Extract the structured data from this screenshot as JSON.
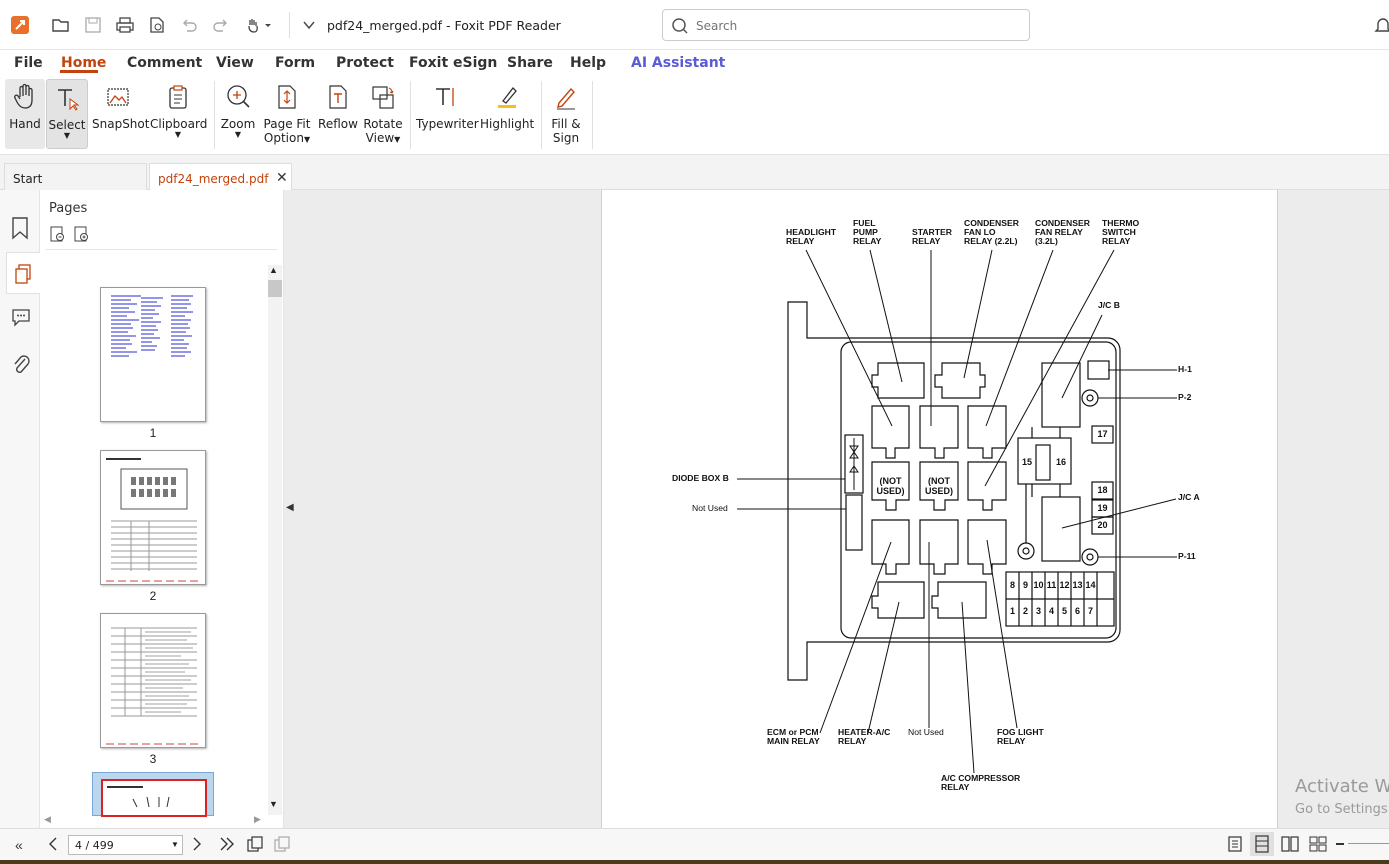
{
  "app": {
    "title": "pdf24_merged.pdf - Foxit PDF Reader",
    "search_placeholder": "Search",
    "accent": "#c1440e"
  },
  "menu": {
    "items": [
      "File",
      "Home",
      "Comment",
      "View",
      "Form",
      "Protect",
      "Foxit eSign",
      "Share",
      "Help"
    ],
    "ai_label": "AI Assistant",
    "active": "Home"
  },
  "ribbon": {
    "hand": "Hand",
    "select": "Select",
    "snapshot": "SnapShot",
    "clipboard": "Clipboard",
    "zoom": "Zoom",
    "pagefit_line1": "Page Fit",
    "pagefit_line2": "Option",
    "reflow": "Reflow",
    "rotate_line1": "Rotate",
    "rotate_line2": "View",
    "typewriter": "Typewriter",
    "highlight": "Highlight",
    "fillsign_line1": "Fill &",
    "fillsign_line2": "Sign"
  },
  "tabs": {
    "start": "Start",
    "document": "pdf24_merged.pdf"
  },
  "panel": {
    "title": "Pages",
    "thumb_labels": [
      "1",
      "2",
      "3"
    ]
  },
  "diagram": {
    "labels": {
      "headlight": [
        "HEADLIGHT",
        "RELAY"
      ],
      "fuel_pump": [
        "FUEL",
        "PUMP",
        "RELAY"
      ],
      "starter": [
        "STARTER",
        "RELAY"
      ],
      "condenser_lo": [
        "CONDENSER",
        "FAN LO",
        "RELAY (2.2L)"
      ],
      "condenser_relay": [
        "CONDENSER",
        "FAN RELAY",
        "(3.2L)"
      ],
      "thermo": [
        "THERMO",
        "SWITCH",
        "RELAY"
      ],
      "jcb": "J/C B",
      "h1": "H-1",
      "p2": "P-2",
      "diode": "DIODE BOX B",
      "not_used_left": "Not Used",
      "jca": "J/C A",
      "p11": "P-11",
      "ecm": [
        "ECM or PCM",
        "MAIN RELAY"
      ],
      "heater": [
        "HEATER-A/C",
        "RELAY"
      ],
      "not_used_bottom": "Not Used",
      "fog": [
        "FOG LIGHT",
        "RELAY"
      ],
      "ac_comp": [
        "A/C COMPRESSOR",
        "RELAY"
      ],
      "not_used_box": [
        "(NOT",
        "USED)"
      ]
    },
    "fuse_numbers_top": [
      "8",
      "9",
      "10",
      "11",
      "12",
      "13",
      "14"
    ],
    "fuse_numbers_bottom": [
      "1",
      "2",
      "3",
      "4",
      "5",
      "6",
      "7"
    ],
    "fuse_side": [
      "17",
      "18",
      "19",
      "20"
    ],
    "fuse_mid": [
      "15",
      "16"
    ]
  },
  "watermark": {
    "line1": "Activate W",
    "line2": "Go to Settings"
  },
  "status": {
    "page_indicator": "4 / 499"
  }
}
